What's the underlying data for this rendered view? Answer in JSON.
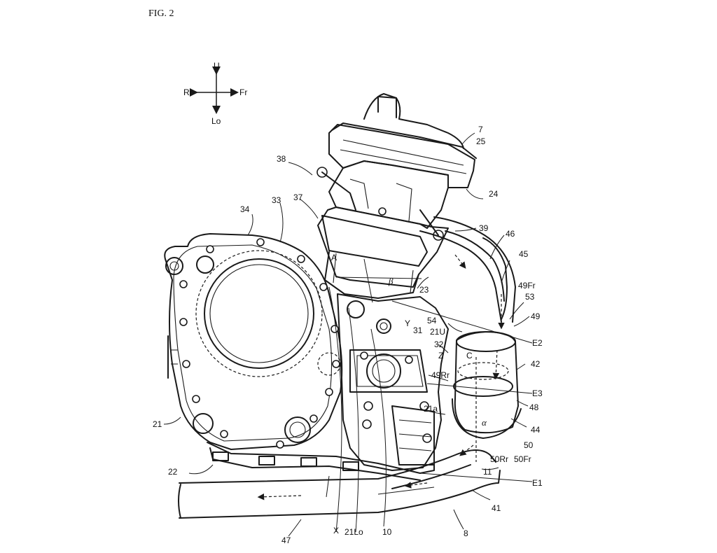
{
  "figure_title": "FIG. 2",
  "direction": {
    "up": "U",
    "down": "Lo",
    "rear": "Rr",
    "front": "Fr"
  },
  "labels": {
    "l7": "7",
    "l25": "25",
    "l24": "24",
    "l38": "38",
    "l37": "37",
    "l33": "33",
    "l34": "34",
    "l39": "39",
    "l46": "46",
    "l45": "45",
    "lA": "A",
    "lbeta": "β",
    "l23": "23",
    "l49Fr": "49Fr",
    "l53": "53",
    "l49": "49",
    "lY": "Y",
    "l54": "54",
    "l31": "31",
    "l21U": "21U",
    "lE2": "E2",
    "l32": "32",
    "lZ": "Z",
    "lC": "C",
    "l42": "42",
    "l49Rr": "49Rr",
    "lE3": "E3",
    "l48": "48",
    "l21a": "21a",
    "lalpha": "α",
    "l44": "44",
    "l21": "21",
    "l50": "50",
    "l50Rr": "50Rr",
    "l50Fr": "50Fr",
    "l22": "22",
    "l11": "11",
    "lE1": "E1",
    "l41": "41",
    "lX": "X",
    "l21Lo": "21Lo",
    "l10": "10",
    "l8": "8",
    "l47": "47"
  }
}
